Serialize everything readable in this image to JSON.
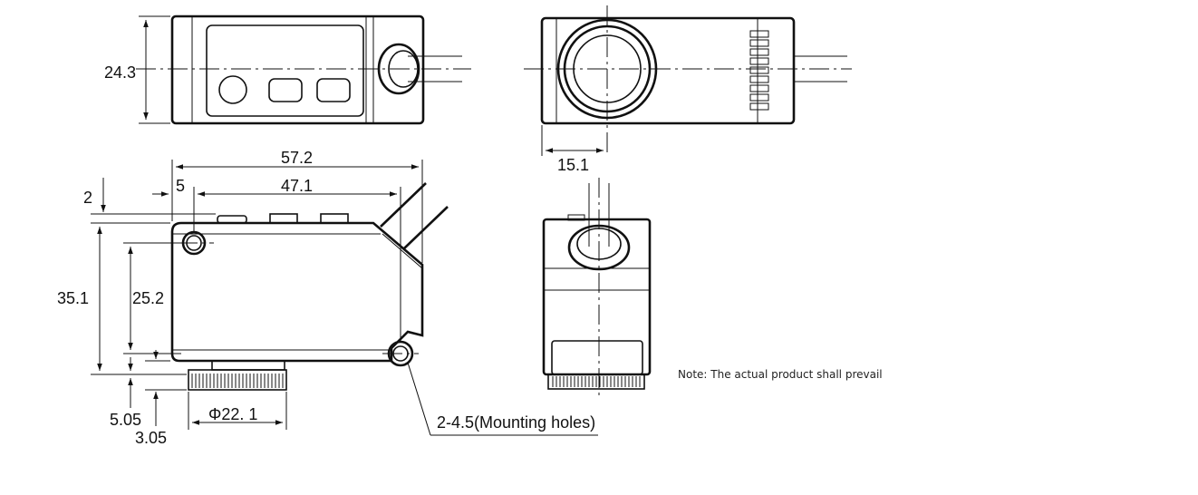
{
  "dimensions": {
    "height_top": "24.3",
    "length": "57.2",
    "offset": "5",
    "hole_spacing": "47.1",
    "top_gap": "2",
    "body_height": "35.1",
    "hole_height": "25.2",
    "bottom_offset_a": "5.05",
    "bottom_offset_b": "3.05",
    "diameter": "Φ22. 1",
    "side_offset": "15.1"
  },
  "labels": {
    "mounting_holes": "2-4.5(Mounting holes)",
    "note": "Note: The actual product shall prevail"
  }
}
